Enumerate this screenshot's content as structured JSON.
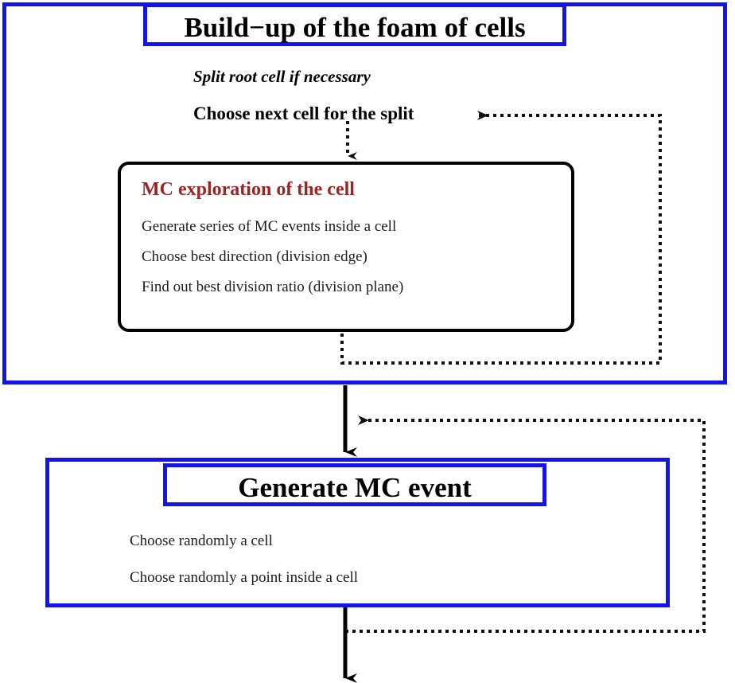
{
  "colors": {
    "panel_border_blue": "#1414E6",
    "mc_title_red": "#9C2424",
    "text_black": "#000000",
    "flow_arrow_black": "#000000",
    "feedback_dotted_black": "#1A1A1A",
    "background": "#FFFFFF"
  },
  "buildup": {
    "heading": "Build−up of the foam of cells",
    "split_root_note": "Split root cell if necessary",
    "choose_next_step": "Choose next cell for the split",
    "mc_box": {
      "title": "MC exploration of the cell",
      "steps": [
        "Generate series of MC events inside a cell",
        "Choose best direction (division edge)",
        "Find out best division ratio (division plane)"
      ]
    }
  },
  "generate": {
    "heading": "Generate MC event",
    "steps": [
      "Choose randomly a cell",
      "Choose randomly a point inside a cell"
    ]
  },
  "connectors": [
    {
      "name": "choose-next-to-mc-box",
      "style": "dotted",
      "direction": "down",
      "from": "Choose next cell for the split",
      "to": "MC exploration of the cell"
    },
    {
      "name": "mc-box-feedback-loop",
      "style": "dotted",
      "direction": "loop-left",
      "from": "MC exploration of the cell",
      "to": "Choose next cell for the split"
    },
    {
      "name": "buildup-to-generate",
      "style": "solid",
      "direction": "down",
      "from": "Build−up of the foam of cells",
      "to": "Generate MC event"
    },
    {
      "name": "generate-feedback-loop",
      "style": "dotted",
      "direction": "loop-left",
      "from": "Generate MC event",
      "to": "Generate MC event"
    },
    {
      "name": "generate-output-arrow",
      "style": "solid",
      "direction": "down",
      "from": "Generate MC event",
      "to": ""
    }
  ]
}
